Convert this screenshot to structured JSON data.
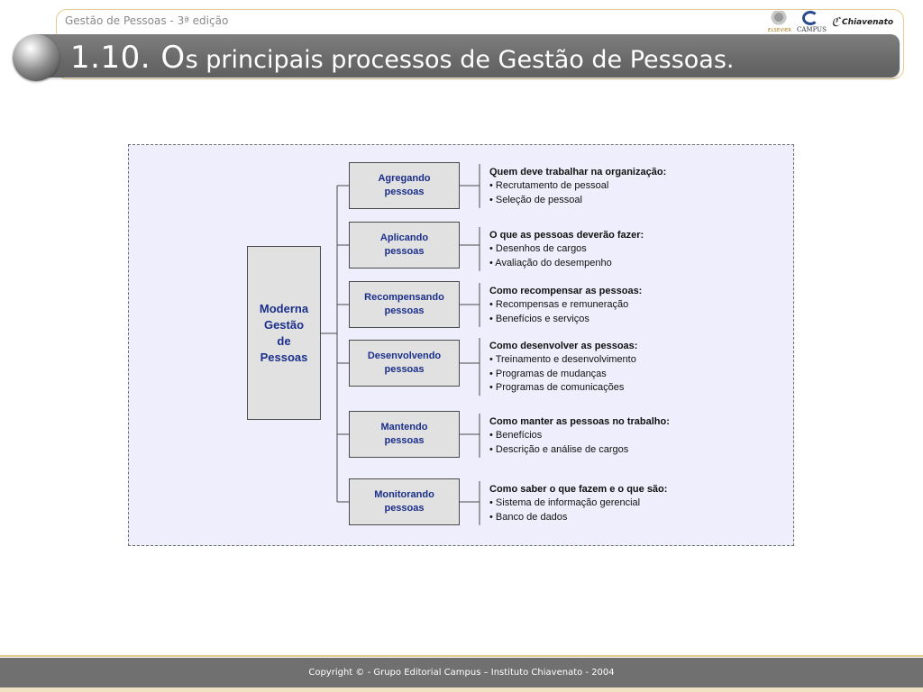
{
  "header": {
    "book_title": "Gestão de Pessoas - 3ª edição",
    "logos": [
      {
        "name": "elsevier-logo",
        "text": "ELSEVIER"
      },
      {
        "name": "campus-logo",
        "text": "CAMPUS"
      },
      {
        "name": "chiavenato-logo",
        "text": "Chiavenato"
      }
    ]
  },
  "slide": {
    "title_number": "1.10. O",
    "title_rest": "s principais processos de Gestão de Pessoas."
  },
  "diagram": {
    "center_label": "Moderna\nGestão\nde\nPessoas",
    "processes": [
      {
        "label": "Agregando\npessoas",
        "question": "Quem deve trabalhar na organização:",
        "items": [
          "• Recrutamento de pessoal",
          "• Seleção de pessoal"
        ]
      },
      {
        "label": "Aplicando\npessoas",
        "question": "O que as pessoas deverão fazer:",
        "items": [
          "• Desenhos de cargos",
          "• Avaliação do desempenho"
        ]
      },
      {
        "label": "Recompensando\npessoas",
        "question": "Como recompensar as pessoas:",
        "items": [
          "• Recompensas e remuneração",
          "• Benefícios e serviços"
        ]
      },
      {
        "label": "Desenvolvendo\npessoas",
        "question": "Como desenvolver as pessoas:",
        "items": [
          "• Treinamento e desenvolvimento",
          "• Programas de mudanças",
          "• Programas de comunicações"
        ]
      },
      {
        "label": "Mantendo\npessoas",
        "question": "Como manter as pessoas no trabalho:",
        "items": [
          "• Benefícios",
          "• Descrição e análise de cargos"
        ]
      },
      {
        "label": "Monitorando\npessoas",
        "question": "Como saber o que fazem e o que são:",
        "items": [
          "• Sistema de informação gerencial",
          "• Banco de dados"
        ]
      }
    ]
  },
  "footer": {
    "copyright": "Copyright © - Grupo Editorial Campus – Instituto Chiavenato - 2004"
  },
  "colors": {
    "title_bar": "#6b6b6b",
    "accent_border": "#e6c98c",
    "diagram_bg": "#eeeefc",
    "box_text": "#1b2f8a",
    "box_fill": "#e1e1e1"
  }
}
